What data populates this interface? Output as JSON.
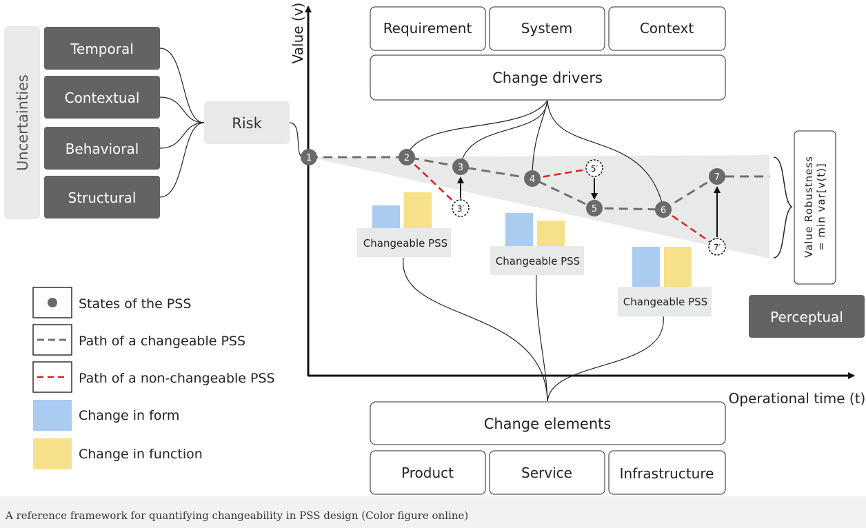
{
  "uncertainties": {
    "title": "Uncertainties",
    "items": [
      "Temporal",
      "Contextual",
      "Behavioral",
      "Structural"
    ]
  },
  "risk": "Risk",
  "axes": {
    "y_label": "Value (v)",
    "x_label": "Operational time (t)"
  },
  "drivers": {
    "items": [
      "Requirement",
      "System",
      "Context"
    ],
    "label": "Change drivers"
  },
  "elements": {
    "label": "Change elements",
    "items": [
      "Product",
      "Service",
      "Infrastructure"
    ]
  },
  "states": [
    "1",
    "2",
    "3",
    "4",
    "5",
    "6",
    "7"
  ],
  "alt_states": [
    "3′",
    "5′",
    "7′"
  ],
  "changeable_pss_label": "Changeable PSS",
  "robustness": {
    "line1": "Value Robustness",
    "line2": "= min var[v(t)]"
  },
  "perceptual": "Perceptual",
  "legend": [
    "States of the PSS",
    "Path of a changeable PSS",
    "Path of a non-changeable PSS",
    "Change in form",
    "Change in function"
  ],
  "colors": {
    "dark_box": "#636363",
    "light_box": "#e8e9e9",
    "state_node": "#6a6a6a",
    "red_path": "#e02020",
    "gray_path": "#707070",
    "form": "#a9ccf0",
    "function": "#f7e08a"
  },
  "caption": "A reference framework for quantifying changeability in PSS design (Color figure online)"
}
